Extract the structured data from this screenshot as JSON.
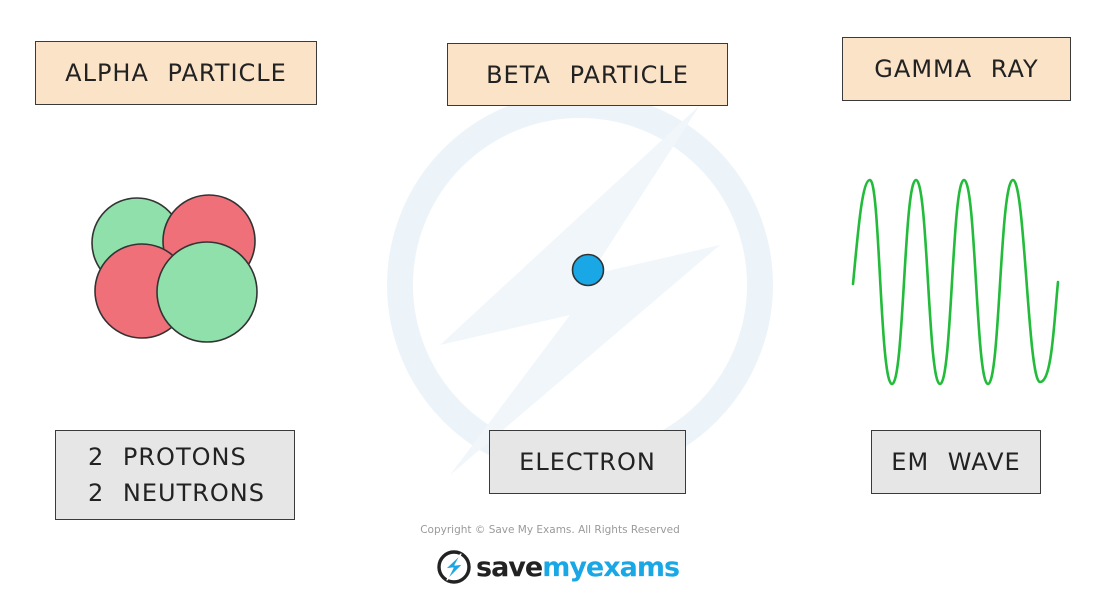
{
  "columns": [
    {
      "title": "ALPHA PARTICLE",
      "description_lines": [
        "2 PROTONS",
        "2 NEUTRONS"
      ]
    },
    {
      "title": "BETA PARTICLE",
      "description_lines": [
        "ELECTRON"
      ]
    },
    {
      "title": "GAMMA RAY",
      "description_lines": [
        "EM WAVE"
      ]
    }
  ],
  "figures": {
    "alpha": {
      "icon": "alpha-particle-nucleus-icon",
      "proton_color": "#f0707a",
      "neutron_color": "#8fe0aa"
    },
    "beta": {
      "icon": "electron-dot-icon",
      "color": "#19a7e6"
    },
    "gamma": {
      "icon": "em-wave-icon",
      "color": "#22bb3a"
    }
  },
  "colors": {
    "title_box": "#fbe3c8",
    "description_box": "#e6e6e6",
    "outline": "#3a3a3a"
  },
  "footer": {
    "copyright": "Copyright © Save My Exams. All Rights Reserved",
    "brand_part1": "save",
    "brand_part2": "myexams",
    "logo_icon": "lightning-bolt-logo-icon"
  }
}
